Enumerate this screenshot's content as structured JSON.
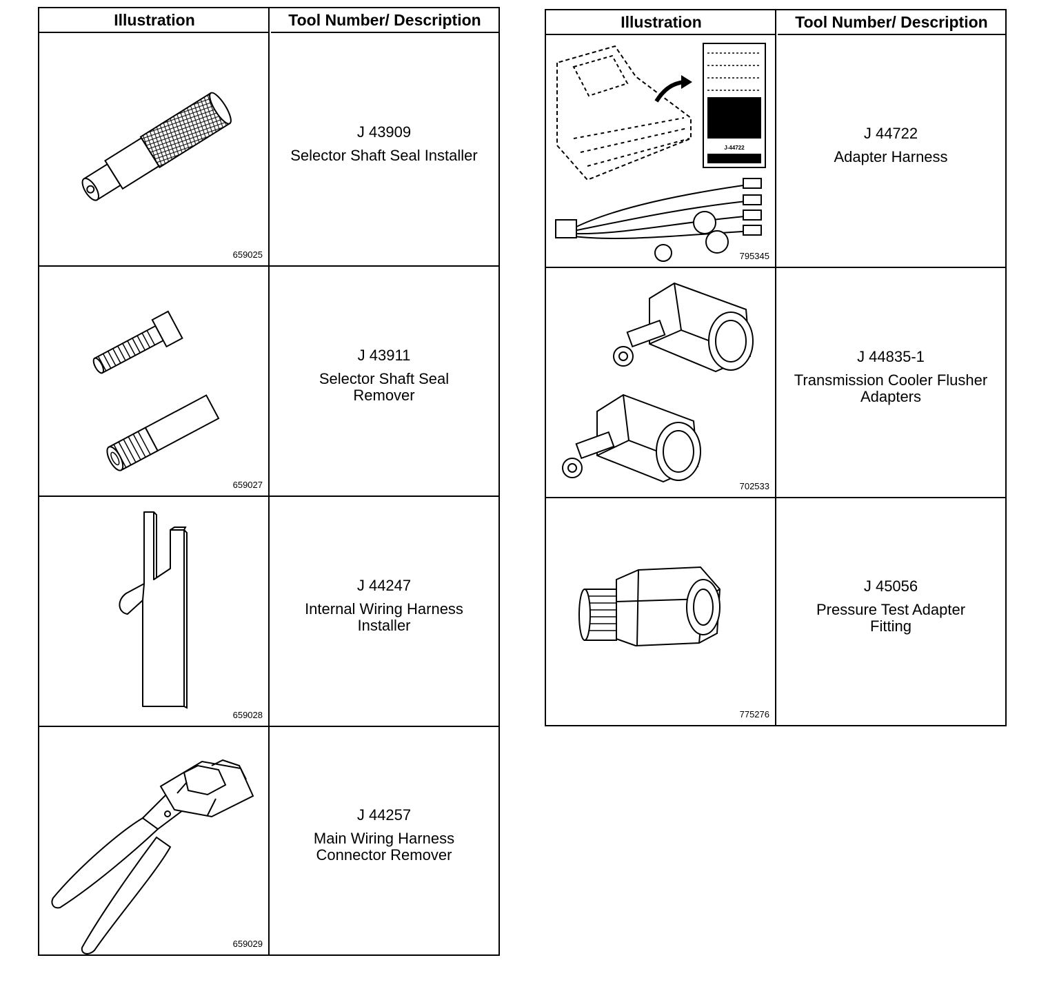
{
  "left_table": {
    "header": {
      "illustration": "Illustration",
      "description": "Tool Number/ Description"
    },
    "rows": [
      {
        "figure": "659025",
        "number": "J 43909",
        "description": "Selector Shaft Seal Installer",
        "icon": "seal-installer-icon"
      },
      {
        "figure": "659027",
        "number": "J 43911",
        "description": "Selector Shaft Seal\nRemover",
        "icon": "seal-remover-icon"
      },
      {
        "figure": "659028",
        "number": "J 44247",
        "description": "Internal Wiring Harness\nInstaller",
        "icon": "harness-installer-icon"
      },
      {
        "figure": "659029",
        "number": "J 44257",
        "description": "Main Wiring Harness\nConnector Remover",
        "icon": "connector-remover-icon"
      }
    ]
  },
  "right_table": {
    "header": {
      "illustration": "Illustration",
      "description": "Tool Number/ Description"
    },
    "rows": [
      {
        "figure": "795345",
        "number": "J 44722",
        "description": "Adapter Harness",
        "icon": "adapter-harness-icon",
        "label_text": "J-44722"
      },
      {
        "figure": "702533",
        "number": "J 44835-1",
        "description": "Transmission Cooler Flusher\nAdapters",
        "icon": "cooler-flusher-adapters-icon"
      },
      {
        "figure": "775276",
        "number": "J 45056",
        "description": "Pressure Test Adapter\nFitting",
        "icon": "pressure-test-fitting-icon"
      }
    ]
  }
}
